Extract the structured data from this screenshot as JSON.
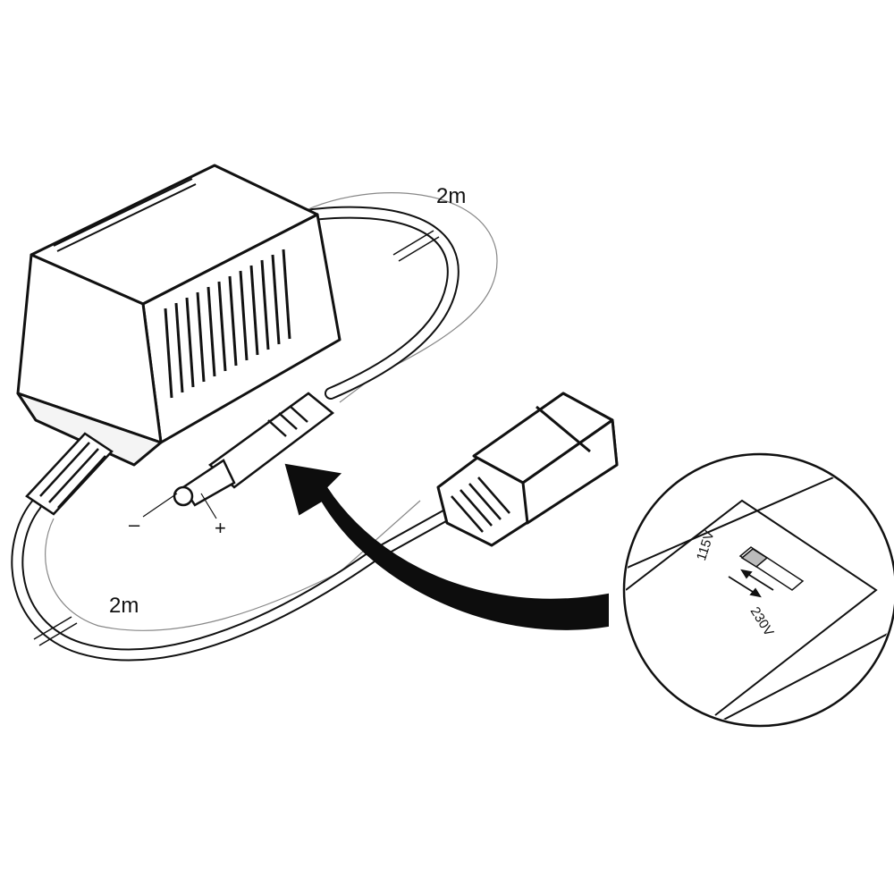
{
  "labels": {
    "cable_length_top": "2m",
    "cable_length_bottom": "2m",
    "polarity_minus": "–",
    "polarity_plus": "+",
    "voltage_low": "115V",
    "voltage_high": "230V"
  },
  "colors": {
    "line": "#111111",
    "fill": "#ffffff",
    "arrow": "#0d0d0d",
    "thin": "#777777"
  }
}
